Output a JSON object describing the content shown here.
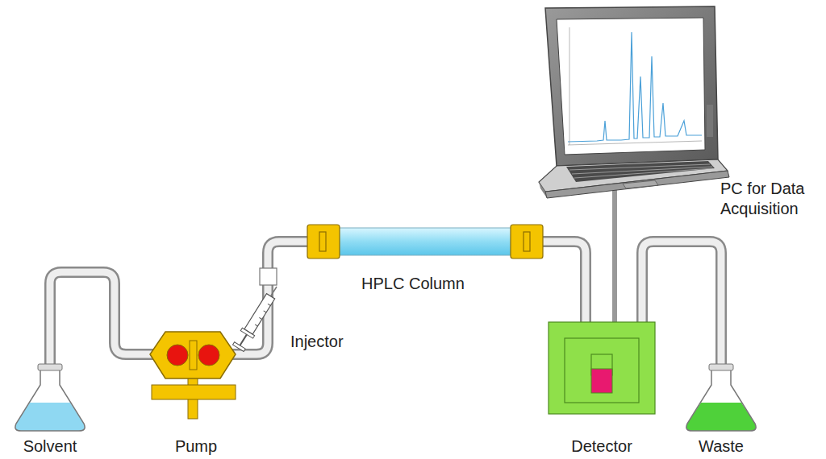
{
  "diagram": {
    "labels": [
      "PC for Data Acquisition",
      "HPLC Column",
      "Injector",
      "Solvent",
      "Pump",
      "Detector",
      "Waste"
    ]
  }
}
